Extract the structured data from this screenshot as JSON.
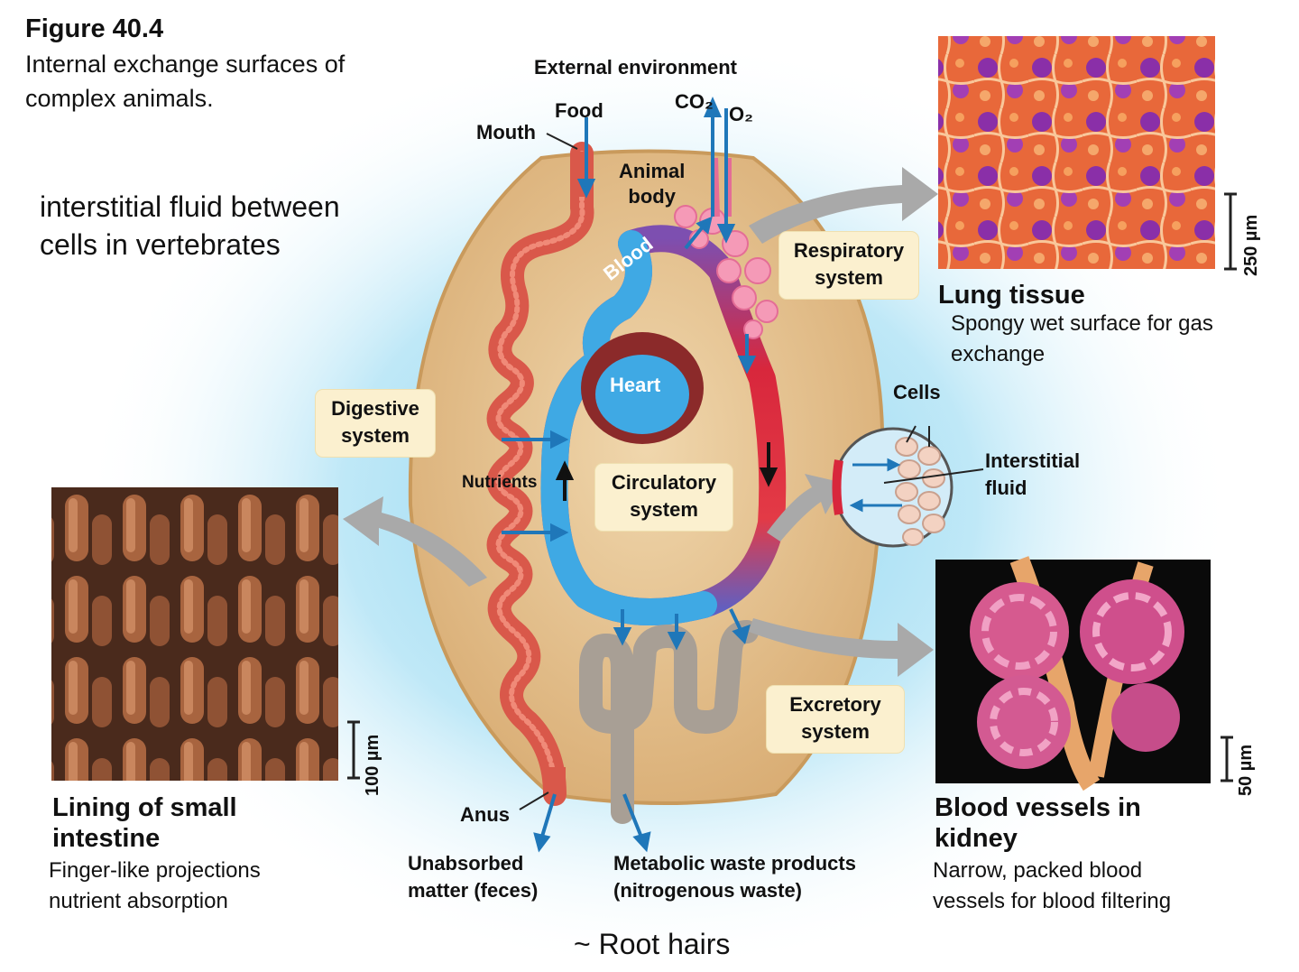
{
  "figure": {
    "label": "Figure 40.4",
    "caption": "Internal exchange surfaces of\ncomplex animals."
  },
  "note": {
    "text": "interstitial fluid between\ncells in vertebrates"
  },
  "footer": {
    "text": "~ Root hairs"
  },
  "diagram": {
    "external_environment": "External environment",
    "food": "Food",
    "mouth": "Mouth",
    "co2": "CO₂",
    "o2": "O₂",
    "animal_body": "Animal\nbody",
    "blood": "Blood",
    "heart": "Heart",
    "nutrients": "Nutrients",
    "anus": "Anus",
    "cells": "Cells",
    "interstitial_fluid": "Interstitial\nfluid",
    "systems": {
      "digestive": "Digestive\nsystem",
      "circulatory": "Circulatory\nsystem",
      "respiratory": "Respiratory\nsystem",
      "excretory": "Excretory\nsystem"
    },
    "outputs": {
      "feces": "Unabsorbed\nmatter (feces)",
      "waste": "Metabolic waste products\n(nitrogenous waste)"
    }
  },
  "panels": {
    "lung": {
      "title": "Lung tissue",
      "description": "Spongy wet surface for gas\nexchange",
      "scale": "250 µm"
    },
    "intestine": {
      "title": "Lining of small\nintestine",
      "description": "Finger-like projections\nnutrient absorption",
      "scale": "100 µm"
    },
    "kidney": {
      "title": "Blood vessels in\nkidney",
      "description": "Narrow, packed blood\nvessels for blood filtering",
      "scale": "50 µm"
    }
  },
  "colors": {
    "background_glow": "#b9e6f6",
    "body_fill": "#dfb784",
    "body_stroke": "#c99a5c",
    "gut": "#d9584a",
    "blood_blue": "#3fa9e4",
    "blood_red": "#d8273c",
    "lung_pink": "#f59ab7",
    "kidney_tube": "#a89f95",
    "label_box": "#fbf0cf",
    "arrow_gray": "#a9a9a9",
    "arrow_blue": "#1f77b9"
  }
}
